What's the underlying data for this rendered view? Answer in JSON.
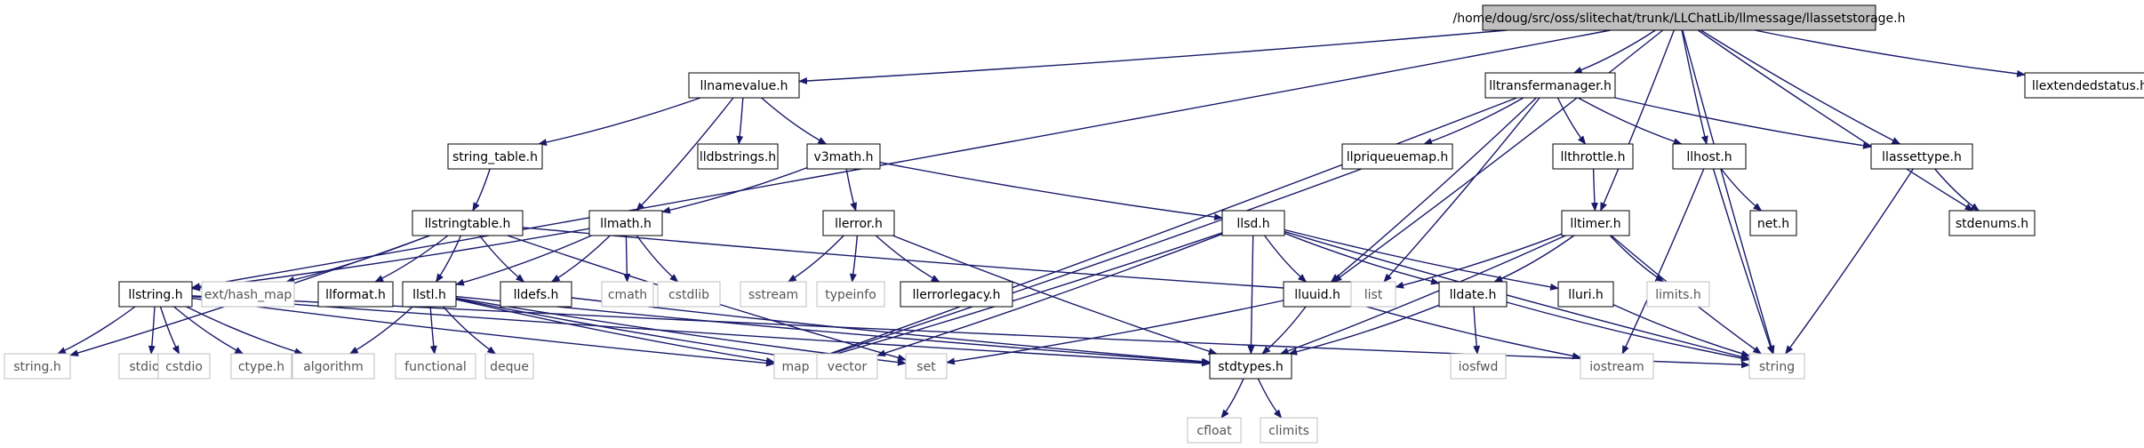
{
  "colors": {
    "edge": "#1a1a6b",
    "root_fill": "#c0c0c0",
    "node_border": "#000000",
    "system_border": "#bfbfbf"
  },
  "nodes": {
    "root": "/home/doug/src/oss/slitechat/trunk/LLChatLib/llmessage/llassetstorage.h",
    "llnamevalue": "llnamevalue.h",
    "lltransfermanager": "lltransfermanager.h",
    "llextendedstatus": "llextendedstatus.h",
    "string_table": "string_table.h",
    "lldbstrings": "lldbstrings.h",
    "v3math": "v3math.h",
    "llpriqueuemap": "llpriqueuemap.h",
    "llthrottle": "llthrottle.h",
    "llhost": "llhost.h",
    "llassettype": "llassettype.h",
    "llstringtable": "llstringtable.h",
    "llmath": "llmath.h",
    "llerror": "llerror.h",
    "llsd": "llsd.h",
    "lltimer": "lltimer.h",
    "net": "net.h",
    "stdenums": "stdenums.h",
    "llstring": "llstring.h",
    "hash_map": "ext/hash_map",
    "llformat": "llformat.h",
    "llstl": "llstl.h",
    "lldefs": "lldefs.h",
    "cmath": "cmath",
    "cstdlib": "cstdlib",
    "sstream": "sstream",
    "typeinfo": "typeinfo",
    "llerrorlegacy": "llerrorlegacy.h",
    "lluuid": "lluuid.h",
    "list": "list",
    "lldate": "lldate.h",
    "lluri": "lluri.h",
    "limits": "limits.h",
    "string_h": "string.h",
    "stdio": "stdio.h",
    "cstdio": "cstdio",
    "ctype": "ctype.h",
    "algorithm": "algorithm",
    "functional": "functional",
    "deque": "deque",
    "map": "map",
    "vector": "vector",
    "set": "set",
    "stdtypes": "stdtypes.h",
    "iosfwd": "iosfwd",
    "iostream": "iostream",
    "string": "string",
    "cfloat": "cfloat",
    "climits": "climits"
  }
}
